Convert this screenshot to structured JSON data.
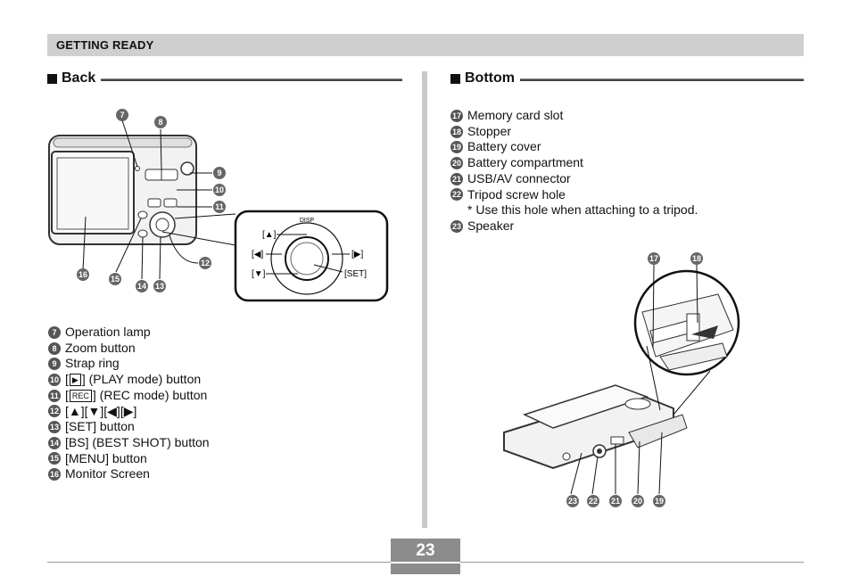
{
  "header": {
    "title": "GETTING READY"
  },
  "back": {
    "title": "Back",
    "items": [
      {
        "num": "7",
        "label": "Operation lamp"
      },
      {
        "num": "8",
        "label": "Zoom button"
      },
      {
        "num": "9",
        "label": "Strap ring"
      },
      {
        "num": "10",
        "pre": "[",
        "icon": "▶",
        "label": "] (PLAY mode) button"
      },
      {
        "num": "11",
        "pre": "[",
        "icon": "REC",
        "label": "] (REC mode) button"
      },
      {
        "num": "12",
        "label": "[▲][▼][◀][▶]"
      },
      {
        "num": "13",
        "label": "[SET] button"
      },
      {
        "num": "14",
        "label": "[BS] (BEST SHOT) button"
      },
      {
        "num": "15",
        "label": "[MENU] button"
      },
      {
        "num": "16",
        "label": "Monitor Screen"
      }
    ],
    "figure": {
      "dpad": {
        "disp": "DISP",
        "up": "[▲]",
        "left": "[◀]",
        "down": "[▼]",
        "right": "[▶]",
        "set": "[SET]"
      }
    }
  },
  "bottom": {
    "title": "Bottom",
    "items": [
      {
        "num": "17",
        "label": "Memory card slot"
      },
      {
        "num": "18",
        "label": "Stopper"
      },
      {
        "num": "19",
        "label": "Battery cover"
      },
      {
        "num": "20",
        "label": "Battery compartment"
      },
      {
        "num": "21",
        "label": "USB/AV connector"
      },
      {
        "num": "22",
        "label": "Tripod screw hole"
      }
    ],
    "note": "* Use this hole when attaching to a tripod.",
    "items2": [
      {
        "num": "23",
        "label": "Speaker"
      }
    ]
  },
  "footer": {
    "page_number": "23"
  }
}
